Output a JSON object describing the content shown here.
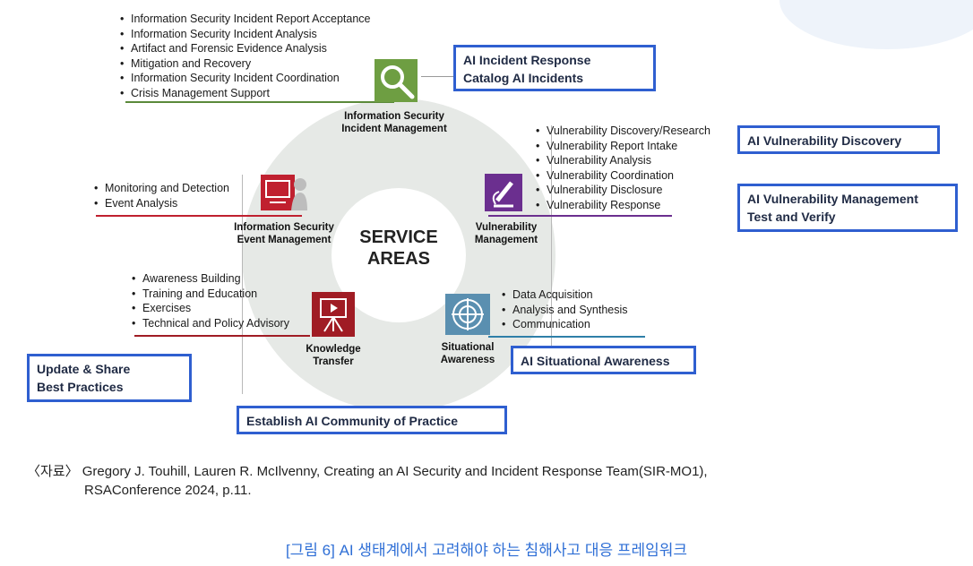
{
  "center": {
    "line1": "SERVICE",
    "line2": "AREAS"
  },
  "areas": {
    "incident": {
      "label1": "Information Security",
      "label2": "Incident Management",
      "bullets": [
        "Information Security Incident Report Acceptance",
        "Information Security Incident Analysis",
        "Artifact and Forensic Evidence Analysis",
        "Mitigation and Recovery",
        "Information Security Incident Coordination",
        "Crisis Management Support"
      ],
      "color": "#5b8a3a"
    },
    "event": {
      "label1": "Information Security",
      "label2": "Event Management",
      "bullets": [
        "Monitoring and Detection",
        "Event Analysis"
      ],
      "color": "#c0202f"
    },
    "vulnerability": {
      "label1": "Vulnerability",
      "label2": "Management",
      "bullets": [
        "Vulnerability  Discovery/Research",
        "Vulnerability  Report Intake",
        "Vulnerability  Analysis",
        "Vulnerability  Coordination",
        "Vulnerability  Disclosure",
        "Vulnerability  Response"
      ],
      "color": "#6b2f8f"
    },
    "knowledge": {
      "label1": "Knowledge",
      "label2": "Transfer",
      "bullets": [
        "Awareness Building",
        "Training and Education",
        "Exercises",
        "Technical and Policy Advisory"
      ],
      "color": "#a01c24"
    },
    "situational": {
      "label1": "Situational",
      "label2": "Awareness",
      "bullets": [
        "Data Acquisition",
        "Analysis and Synthesis",
        "Communication"
      ],
      "color": "#2f7fa8"
    }
  },
  "boxes": {
    "incident": {
      "line1": "AI Incident Response",
      "line2": "Catalog AI Incidents"
    },
    "vuln_discovery": {
      "line1": "AI Vulnerability Discovery"
    },
    "vuln_mgmt": {
      "line1": "AI Vulnerability Management",
      "line2": "Test and Verify"
    },
    "update": {
      "line1": "Update & Share",
      "line2": "Best Practices"
    },
    "situational": {
      "line1": "AI Situational Awareness"
    },
    "community": {
      "line1": "Establish AI Community of Practice"
    }
  },
  "source": {
    "line1": "〈자료〉 Gregory J. Touhill, Lauren R. McIlvenny, Creating an AI Security and Incident Response Team(SIR-MO1),",
    "line2": "RSAConference 2024, p.11."
  },
  "caption": "[그림 6] AI 생태계에서 고려해야 하는 침해사고 대응 프레임워크",
  "colors": {
    "box_border": "#2f5fd0",
    "ring": "#e6e9e6",
    "caption": "#2f6fd6"
  }
}
